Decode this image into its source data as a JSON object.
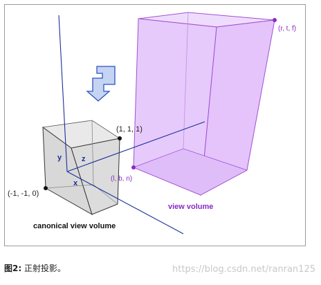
{
  "figure": {
    "canonical_label": "canonical view volume",
    "view_label": "view volume",
    "corner_max": "(1, 1, 1)",
    "corner_min": "(-1, -1, 0)",
    "view_corner_rtf": "(r, t, f)",
    "view_corner_lbn": "(l, b, n)",
    "axis_x": "x",
    "axis_y": "y",
    "axis_z": "z"
  },
  "caption": {
    "prefix": "图2:",
    "text": "正射投影。"
  },
  "watermark": "https://blog.csdn.net/ranran125",
  "colors": {
    "view_fill": "#e4c4fb",
    "view_stroke": "#a24fd2",
    "view_label": "#8a2bc2",
    "cube_fill": "#d6d6d6",
    "cube_stroke": "#333333",
    "axis": "#1b2e9a",
    "arrow_fill": "#c5d4f2",
    "arrow_stroke": "#2a52c8"
  }
}
